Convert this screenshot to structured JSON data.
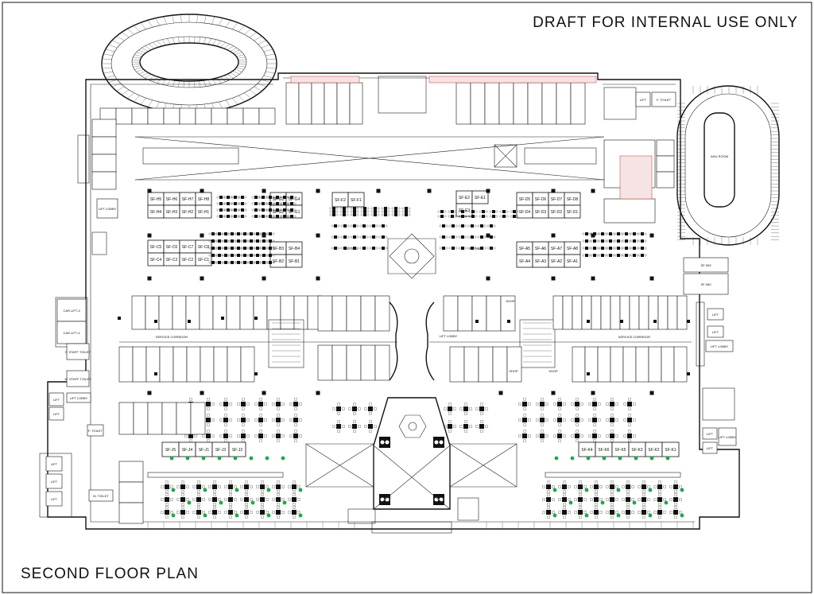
{
  "header": {
    "draft_note": "DRAFT FOR INTERNAL USE ONLY"
  },
  "footer": {
    "plan_title": "SECOND FLOOR PLAN"
  },
  "blocks": {
    "h_row1": [
      "SF-H5",
      "SF-H6",
      "SF-H7",
      "SF-H8"
    ],
    "h_row2": [
      "SF-H4",
      "SF-H3",
      "SF-H2",
      "SF-H1"
    ],
    "g_row1": [
      "SF-G3",
      "SF-G4"
    ],
    "g_row2": [
      "SF-G2",
      "SF-G1"
    ],
    "f_row": [
      "SF-F2",
      "SF-F1"
    ],
    "e_row1": [
      "SF-E2",
      "SF-E1"
    ],
    "e_row2": [
      "SF-E3"
    ],
    "d_row1": [
      "SF-D5",
      "SF-D6",
      "SF-D7",
      "SF-D8"
    ],
    "d_row2": [
      "SF-D4",
      "SF-D3",
      "SF-D2",
      "SF-D1"
    ],
    "c_row1": [
      "SF-C5",
      "SF-C6",
      "SF-C7",
      "SF-C8"
    ],
    "c_row2": [
      "SF-C4",
      "SF-C3",
      "SF-C2",
      "SF-C1"
    ],
    "b_row1": [
      "SF-B3",
      "SF-B4"
    ],
    "b_row2": [
      "SF-B2",
      "SF-B1"
    ],
    "a_row1": [
      "SF-A5",
      "SF-A6",
      "SF-A7",
      "SF-A8"
    ],
    "a_row2": [
      "SF-A4",
      "SF-A3",
      "SF-A2",
      "SF-A1"
    ],
    "j_row": [
      "SF-J5",
      "SF-J4",
      "SF-J1",
      "SF-J3",
      "SF-J2"
    ],
    "k_row": [
      "SF-K4",
      "SF-K6",
      "SF-K5",
      "SF-K3",
      "SF-K2",
      "SF-K1"
    ]
  },
  "rooms": {
    "car_lift_3": "CAR LIFT-3",
    "car_lift_4": "CAR LIFT-4",
    "lift": "LIFT",
    "lift_lobby": "LIFT LOBBY",
    "f_staff_toilet": "F. STAFF TOILET",
    "m_staff_toilet": "M. STAFF TOILET",
    "f_toilet": "F. TOILET",
    "m_toilet": "M. TOILET",
    "service_corridor": "SERVICE CORRIDOR",
    "sitting": "SITTING",
    "sf_059": "SF-059",
    "sf_060": "SF-060",
    "ahu_room": "AHU ROOM",
    "shop": "SHOP"
  }
}
